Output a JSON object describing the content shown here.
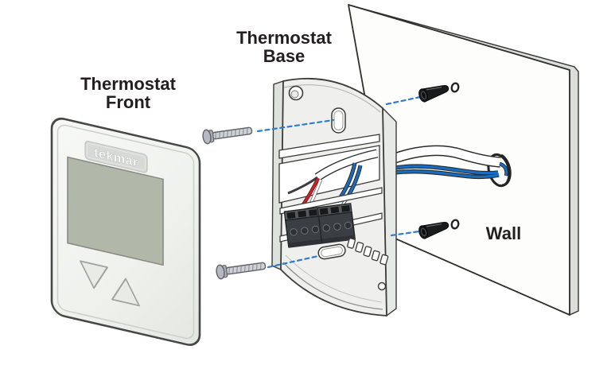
{
  "diagram": {
    "title_labels": {
      "front": {
        "line1": "Thermostat",
        "line2": "Front"
      },
      "base": {
        "line1": "Thermostat",
        "line2": "Base"
      },
      "wall": "Wall"
    },
    "thermostat_front": {
      "brand_logo": "tekmar"
    },
    "colors": {
      "text": "#231f20",
      "dashed_guide": "#2f7bd0",
      "wire_blue": "#1a6cbe",
      "wire_red": "#c9232a",
      "wire_white": "#ffffff",
      "lcd_screen": "#b2b8a9",
      "anchor_black": "#1a1b1d",
      "outline_dark": "#3a3a38",
      "plastic_light": "#f0f1ef",
      "wall_edge_gray": "#dcdedc",
      "terminal_block": "#3b3f43",
      "screw_metal": "#c6cacd"
    }
  }
}
